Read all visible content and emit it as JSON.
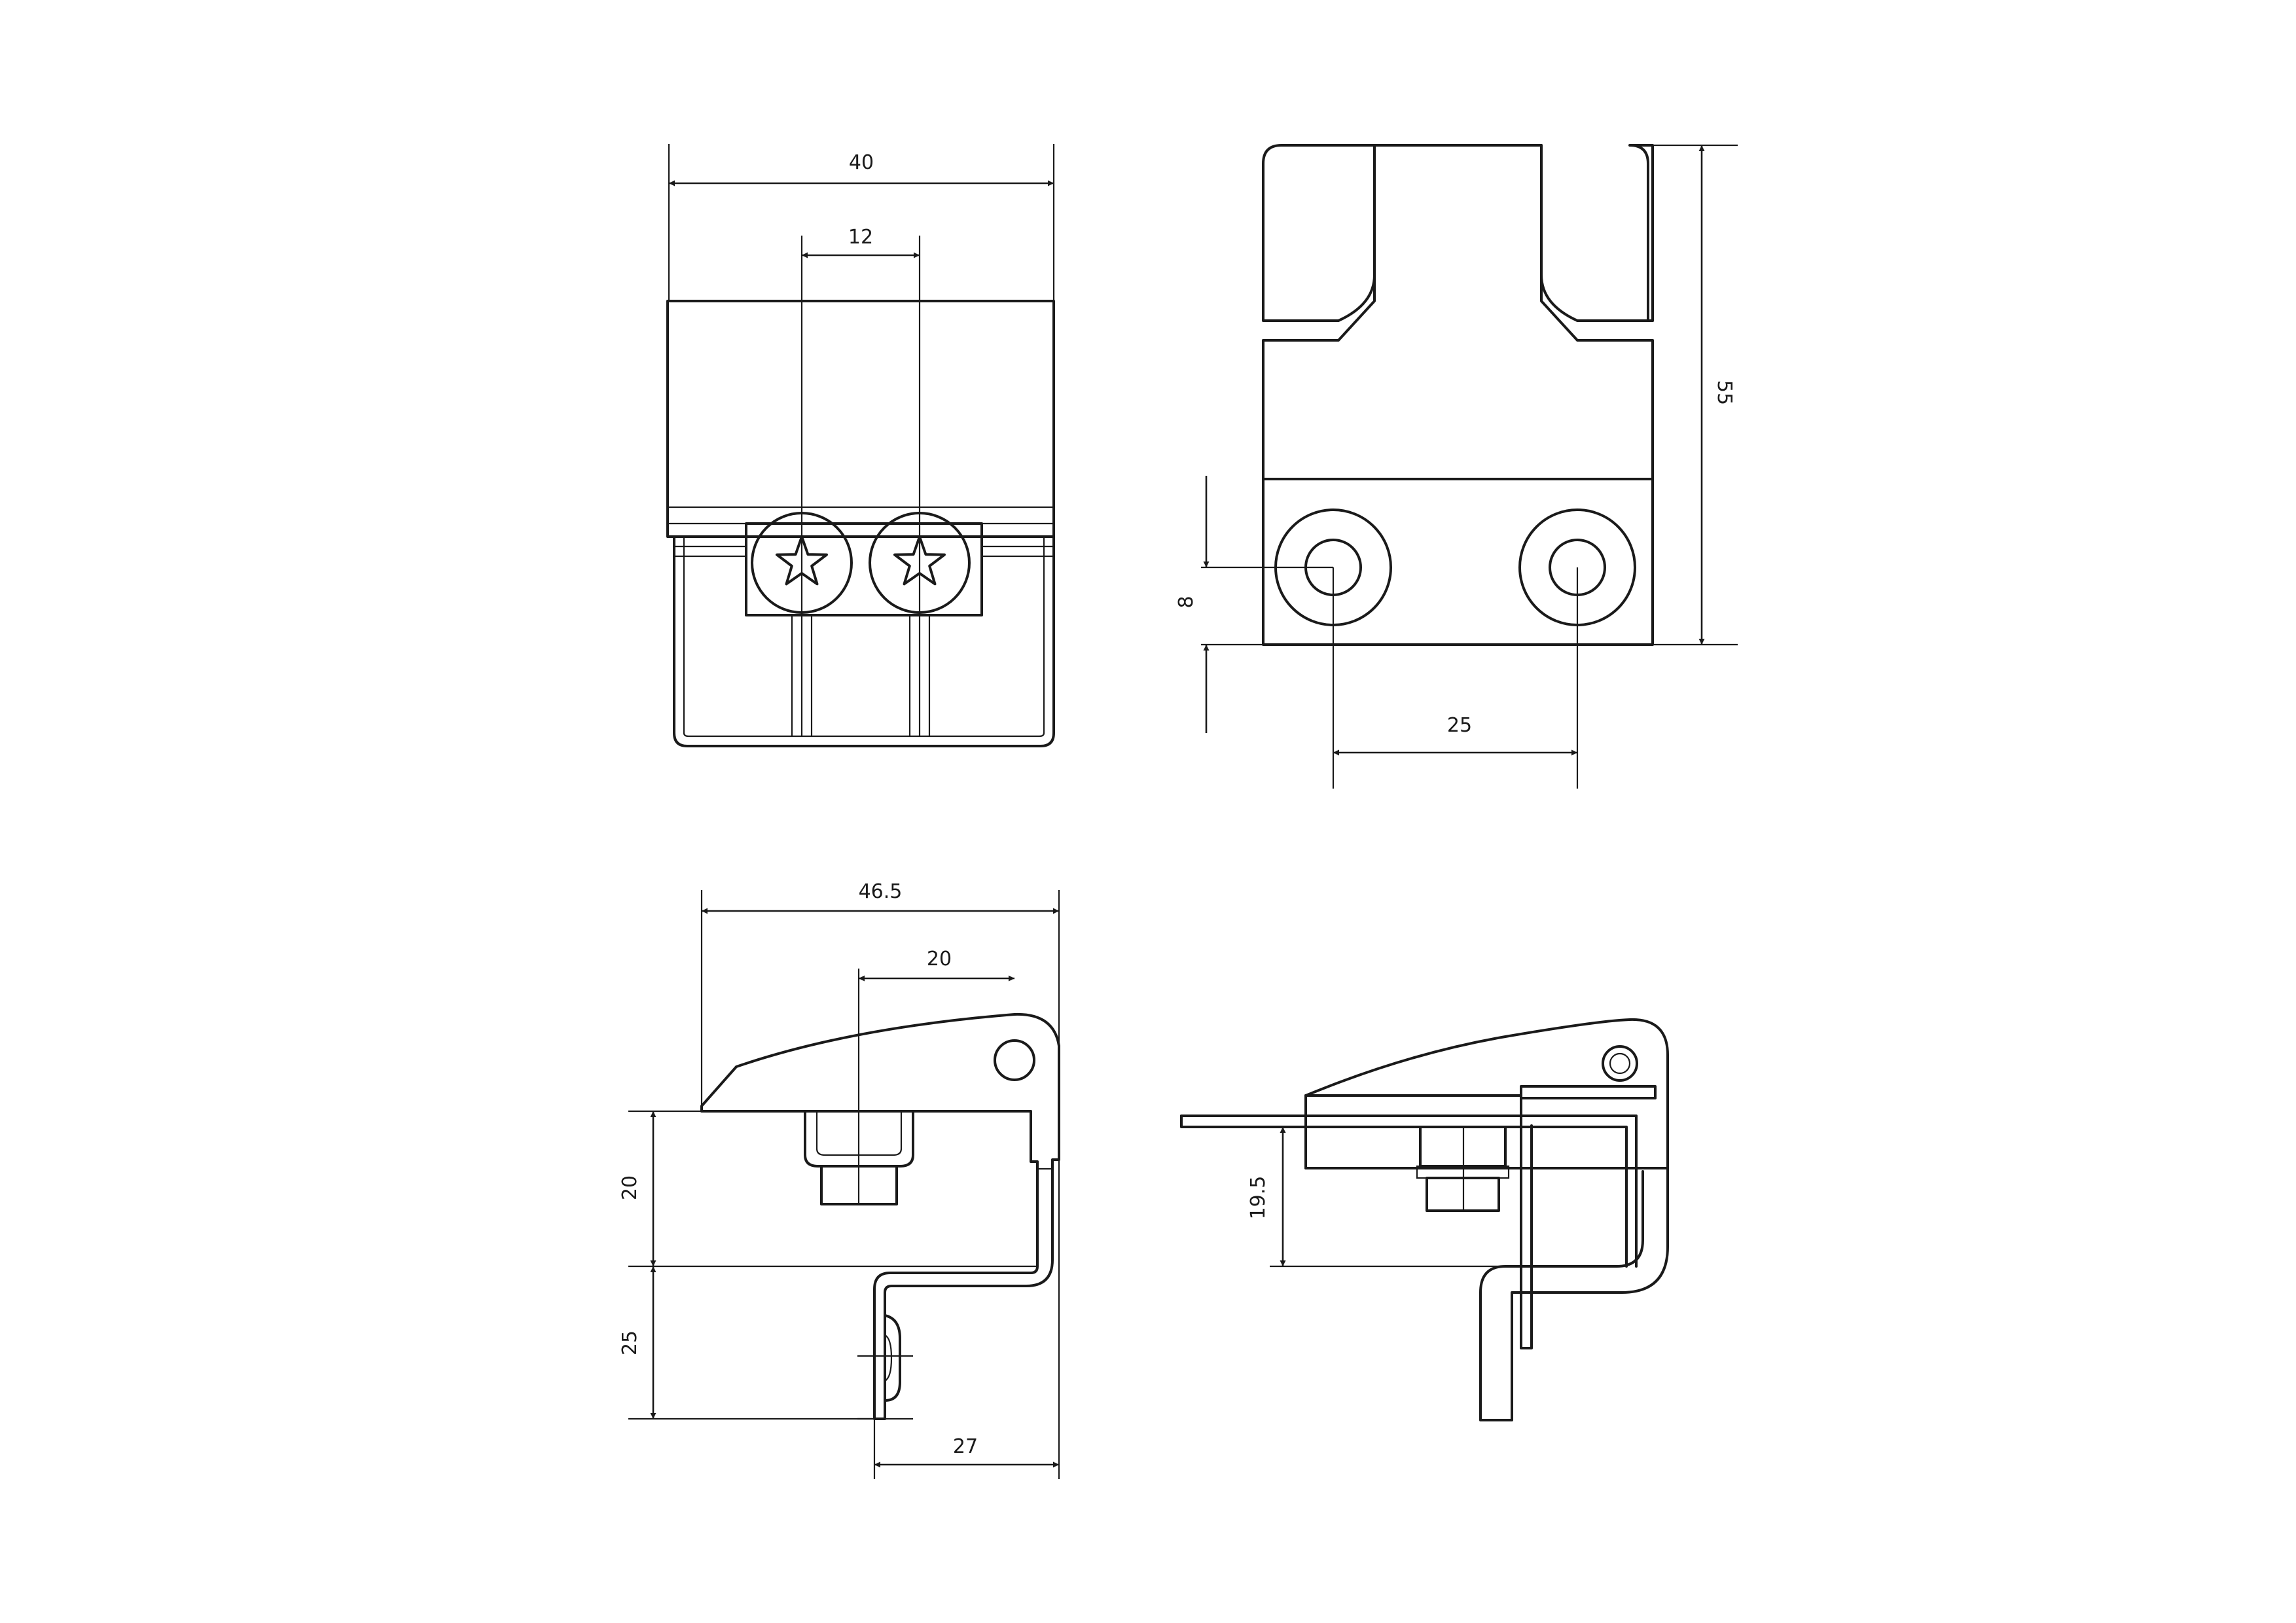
{
  "dimensions": {
    "front_width": "40",
    "front_screw_spacing": "12",
    "top_height": "55",
    "top_hole_offset": "8",
    "top_hole_spacing": "25",
    "side_length": "46.5",
    "side_pin_offset": "20",
    "side_upper_height": "20",
    "side_lower_height": "25",
    "side_bottom_width": "27",
    "installed_height": "19.5"
  },
  "colors": {
    "line": "#1a1a1a",
    "background": "#ffffff"
  }
}
